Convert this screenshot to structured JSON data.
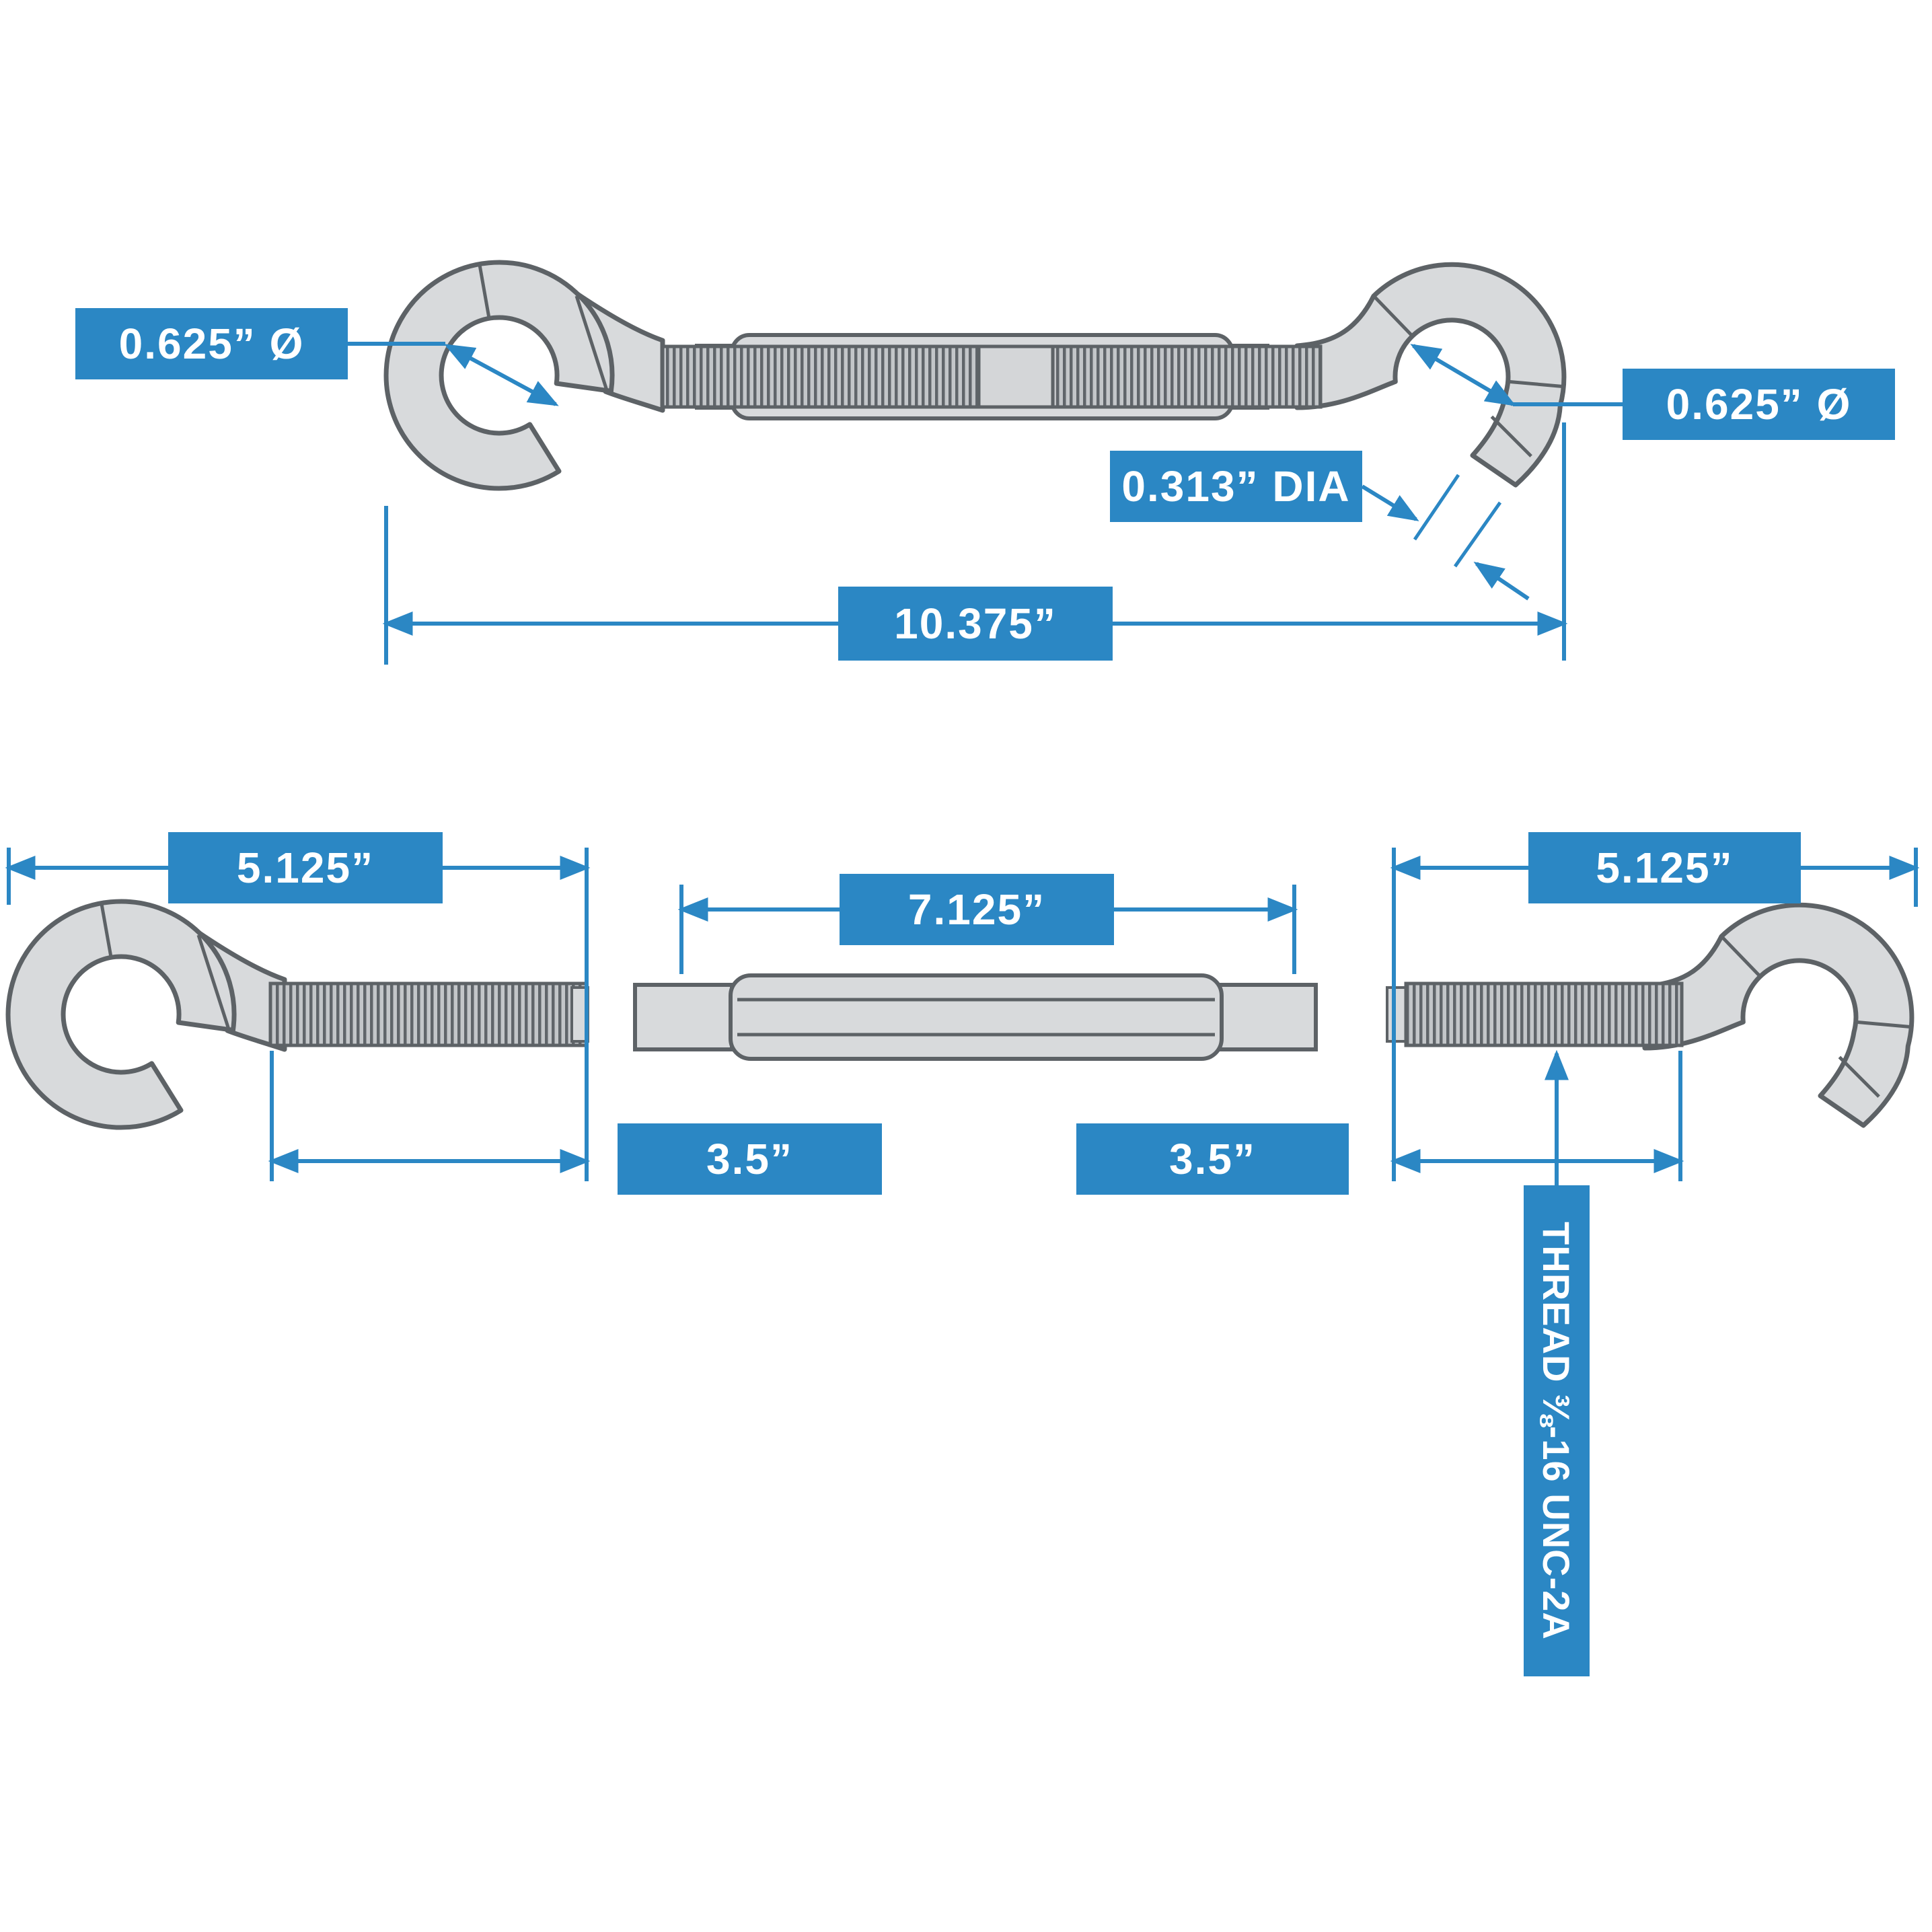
{
  "colors": {
    "accent_blue": "#2b87c4",
    "label_text": "#ffffff",
    "part_fill": "#d8dadc",
    "part_outline": "#5d6266",
    "thread_dark": "#60656a",
    "thread_light": "#c3c6c9",
    "background": "#ffffff"
  },
  "labels": {
    "eye_opening_diameter": "0.625” Ø",
    "hook_opening_diameter": "0.625” Ø",
    "material_diameter": "0.313” DIA",
    "overall_length": "10.375”",
    "eye_bolt_length": "5.125”",
    "eye_bolt_thread_length": "3.5”",
    "body_length": "7.125”",
    "hook_bolt_length": "5.125”",
    "hook_bolt_thread_length": "3.5”",
    "thread_spec": "THREAD ⅜-16 UNC-2A"
  }
}
